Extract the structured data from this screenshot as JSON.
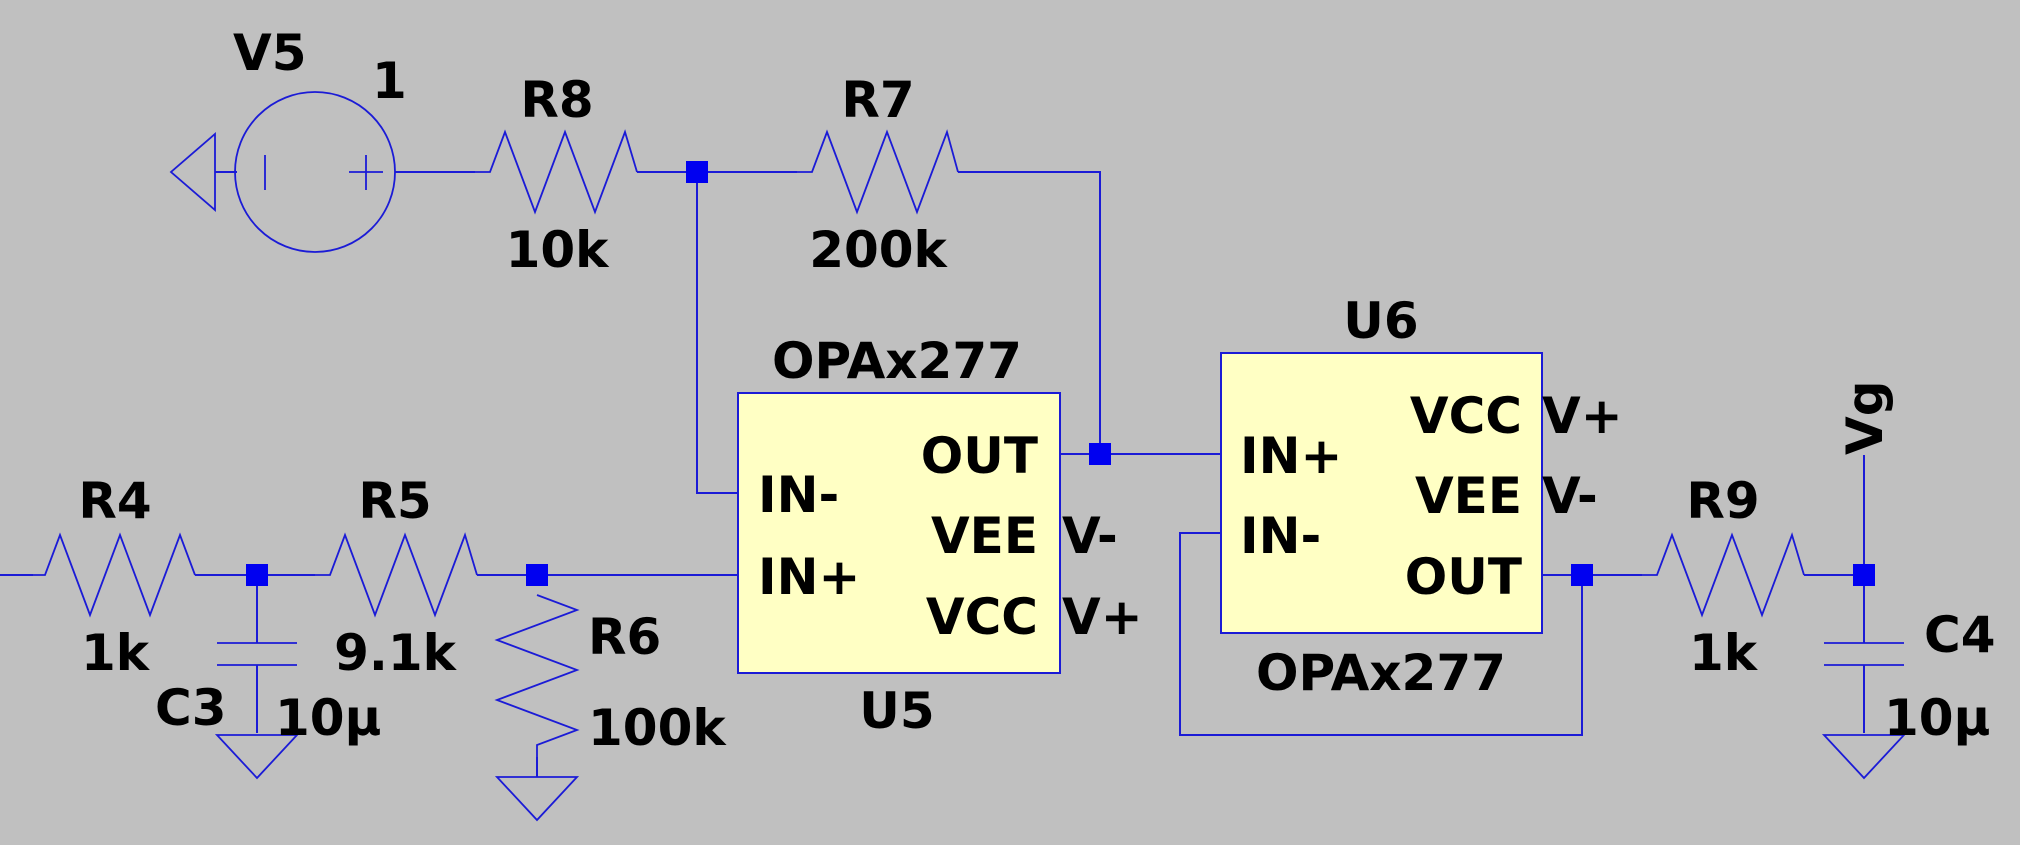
{
  "components": {
    "v5": {
      "ref": "V5",
      "value": "1"
    },
    "r8": {
      "ref": "R8",
      "value": "10k"
    },
    "r7": {
      "ref": "R7",
      "value": "200k"
    },
    "r4": {
      "ref": "R4",
      "value": "1k"
    },
    "r5": {
      "ref": "R5",
      "value": "9.1k"
    },
    "r6": {
      "ref": "R6",
      "value": "100k"
    },
    "c3": {
      "ref": "C3",
      "value": "10µ"
    },
    "r9": {
      "ref": "R9",
      "value": "1k"
    },
    "c4": {
      "ref": "C4",
      "value": "10µ"
    },
    "u5": {
      "ref": "U5",
      "part": "OPAx277",
      "pins": {
        "in_minus": "IN-",
        "in_plus": "IN+",
        "out": "OUT",
        "vee": "VEE",
        "vcc": "VCC"
      },
      "nets": {
        "vee": "V-",
        "vcc": "V+"
      }
    },
    "u6": {
      "ref": "U6",
      "part": "OPAx277",
      "pins": {
        "in_plus": "IN+",
        "in_minus": "IN-",
        "vcc": "VCC",
        "vee": "VEE",
        "out": "OUT"
      },
      "nets": {
        "vcc": "V+",
        "vee": "V-"
      }
    }
  },
  "net_labels": {
    "vg": "Vg"
  },
  "colors": {
    "background": "#c0c0c0",
    "wire": "#1b1bd6",
    "junction": "#0000f0",
    "opamp_body": "#ffffc4"
  }
}
